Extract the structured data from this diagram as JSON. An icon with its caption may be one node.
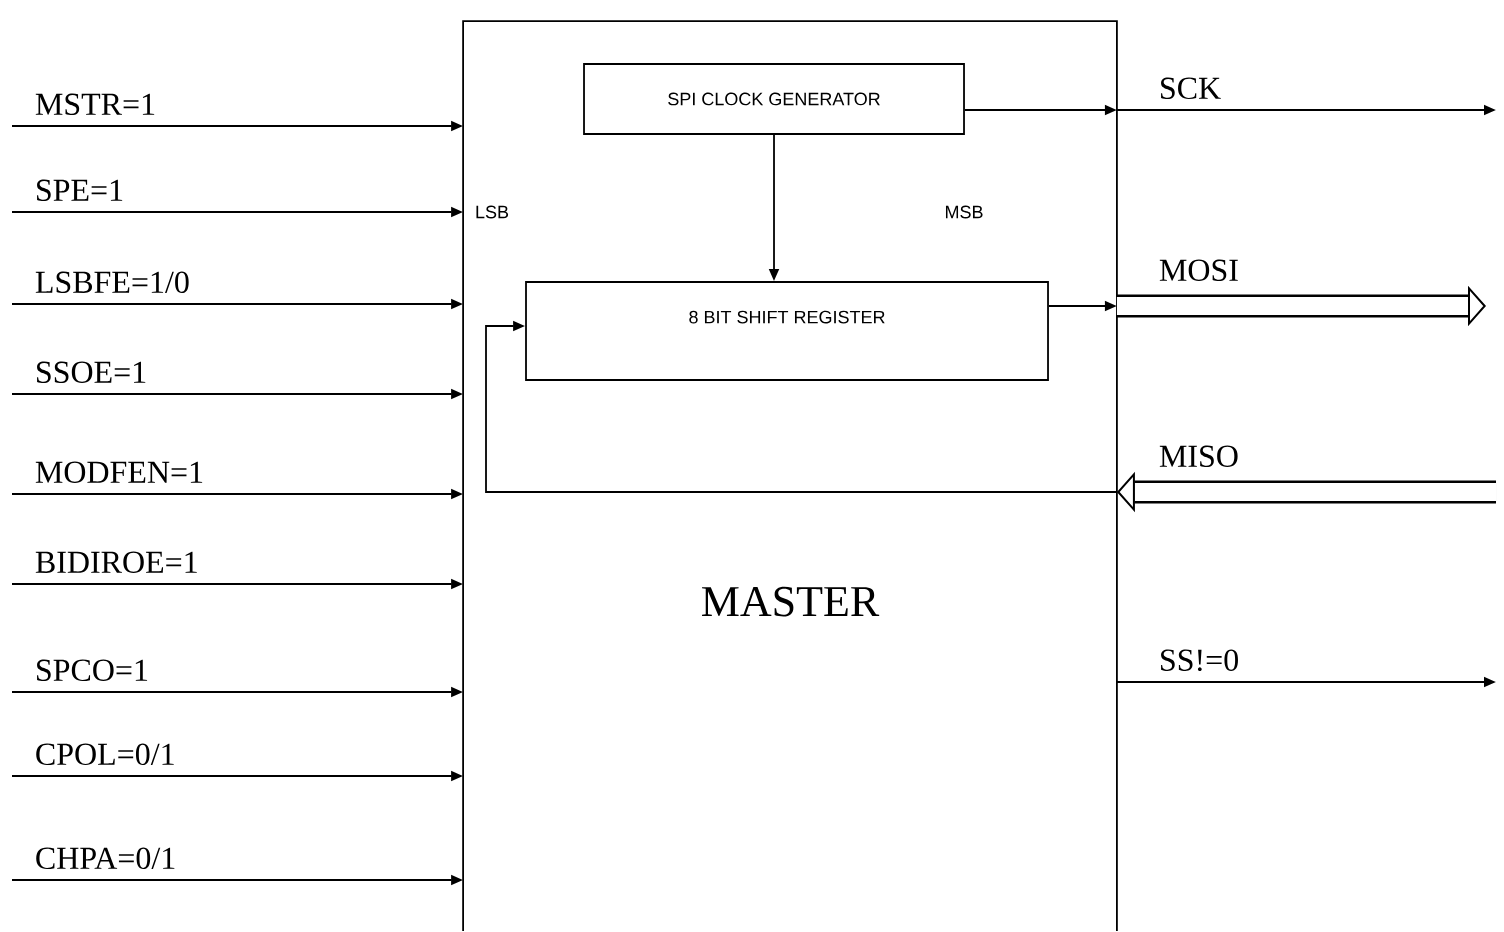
{
  "diagram": {
    "nodes": [
      {
        "text": [
          "MASTER"
        ]
      },
      {
        "text": [
          "SPI CLOCK GENERATOR"
        ],
        "in": 0
      },
      {
        "text": [
          "8 BIT SHIFT REGISTER"
        ],
        "in": 0
      }
    ],
    "edges": [
      {
        "from": null,
        "to": 0,
        "arrow": "to",
        "label": "MSTR=1"
      },
      {
        "from": null,
        "to": 0,
        "arrow": "to",
        "label": "SPE=1"
      },
      {
        "from": null,
        "to": 0,
        "arrow": "to",
        "label": "LSBFE=1/0"
      },
      {
        "from": null,
        "to": 0,
        "arrow": "to",
        "label": "SSOE=1"
      },
      {
        "from": null,
        "to": 0,
        "arrow": "to",
        "label": "MODFEN=1"
      },
      {
        "from": null,
        "to": 0,
        "arrow": "to",
        "label": "BIDIROE=1"
      },
      {
        "from": null,
        "to": 0,
        "arrow": "to",
        "label": "SPCO=1"
      },
      {
        "from": null,
        "to": 0,
        "arrow": "to",
        "label": "CPOL=0/1"
      },
      {
        "from": null,
        "to": 0,
        "arrow": "to",
        "label": "CHPA=0/1"
      },
      {
        "from": 1,
        "to": 0,
        "arrow": "to"
      },
      {
        "from": 0,
        "to": null,
        "arrow": "to",
        "label": "SCK"
      },
      {
        "from": 1,
        "to": 2,
        "arrow": "to"
      },
      {
        "from": 2,
        "to": 0,
        "arrow": "to"
      },
      {
        "from": 0,
        "to": null,
        "arrow": "to",
        "label": "MOSI",
        "style": "thick"
      },
      {
        "from": null,
        "to": 0,
        "arrow": "to",
        "label": "MISO",
        "style": "thick"
      },
      {
        "from": 0,
        "to": 2,
        "arrow": "to"
      },
      {
        "from": 0,
        "to": null,
        "arrow": "to",
        "label": "SS!=0"
      }
    ],
    "labels": [
      "LSB",
      "MSB"
    ]
  }
}
